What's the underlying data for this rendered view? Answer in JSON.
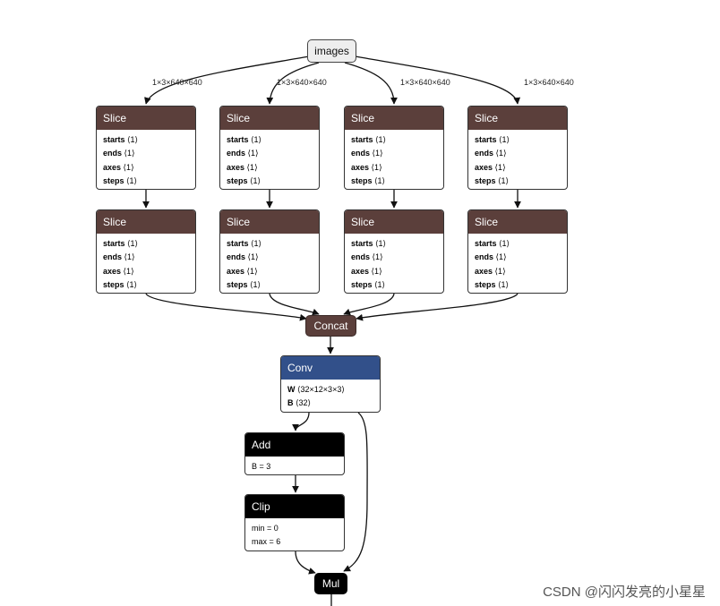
{
  "graph": {
    "input_node": "images",
    "edge_shape": "1×3×640×640",
    "slice_title": "Slice",
    "slice_attrs": [
      {
        "name": "starts",
        "value": "⟨1⟩"
      },
      {
        "name": "ends",
        "value": "⟨1⟩"
      },
      {
        "name": "axes",
        "value": "⟨1⟩"
      },
      {
        "name": "steps",
        "value": "⟨1⟩"
      }
    ],
    "concat_title": "Concat",
    "conv": {
      "title": "Conv",
      "w_name": "W",
      "w_value": "⟨32×12×3×3⟩",
      "b_name": "B",
      "b_value": "⟨32⟩"
    },
    "add": {
      "title": "Add",
      "attr": "B = 3"
    },
    "clip": {
      "title": "Clip",
      "attr_min": "min = 0",
      "attr_max": "max = 6"
    },
    "mul_title": "Mul",
    "colors": {
      "slice": "#5b3f3b",
      "conv": "#32508a",
      "activation": "#000000"
    }
  },
  "watermark": "CSDN @闪闪发亮的小星星"
}
